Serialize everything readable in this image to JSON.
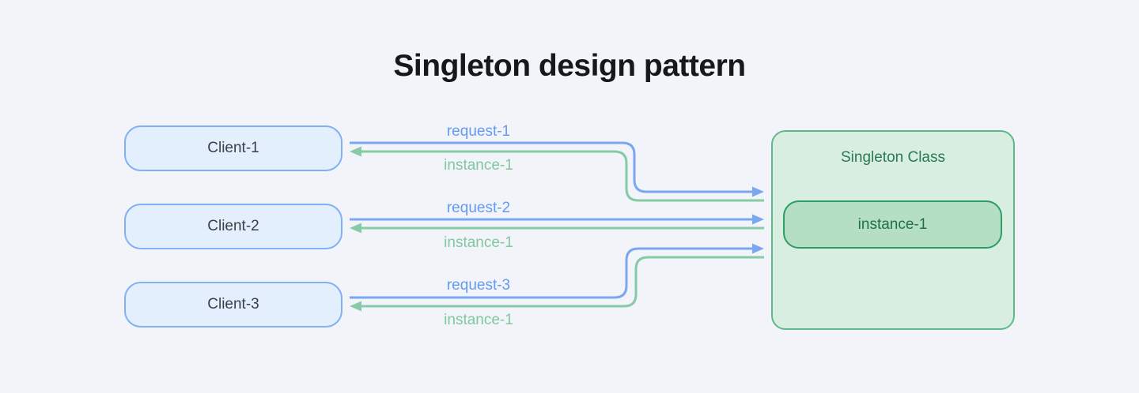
{
  "title": "Singleton design pattern",
  "clients": [
    {
      "label": "Client-1"
    },
    {
      "label": "Client-2"
    },
    {
      "label": "Client-3"
    }
  ],
  "singleton": {
    "title": "Singleton Class",
    "instance": {
      "label": "instance-1"
    }
  },
  "flows": [
    {
      "label": "request-1",
      "kind": "request",
      "direction": "client-1 to singleton",
      "color": "#79A8F1"
    },
    {
      "label": "instance-1",
      "kind": "response",
      "direction": "singleton to client-1",
      "color": "#86CBA5"
    },
    {
      "label": "request-2",
      "kind": "request",
      "direction": "client-2 to singleton",
      "color": "#79A8F1"
    },
    {
      "label": "instance-1",
      "kind": "response",
      "direction": "singleton to client-2",
      "color": "#86CBA5"
    },
    {
      "label": "request-3",
      "kind": "request",
      "direction": "client-3 to singleton",
      "color": "#79A8F1"
    },
    {
      "label": "instance-1",
      "kind": "response",
      "direction": "singleton to client-3",
      "color": "#86CBA5"
    }
  ],
  "colors": {
    "background": "#F2F4F9",
    "title_text": "#17181A",
    "client_fill": "#E3EFFD",
    "client_border": "#80B1F2",
    "client_text": "#3A3E45",
    "singleton_fill": "#D8EEE0",
    "singleton_border": "#5EB98A",
    "singleton_title_text": "#2A7A54",
    "instance_fill": "#B4DFC5",
    "instance_border": "#2D9C66",
    "instance_text": "#20704B",
    "arrow_blue": "#79A8F1",
    "arrow_green": "#86CBA5",
    "label_blue": "#639BF0",
    "label_green": "#7FC8A0"
  }
}
